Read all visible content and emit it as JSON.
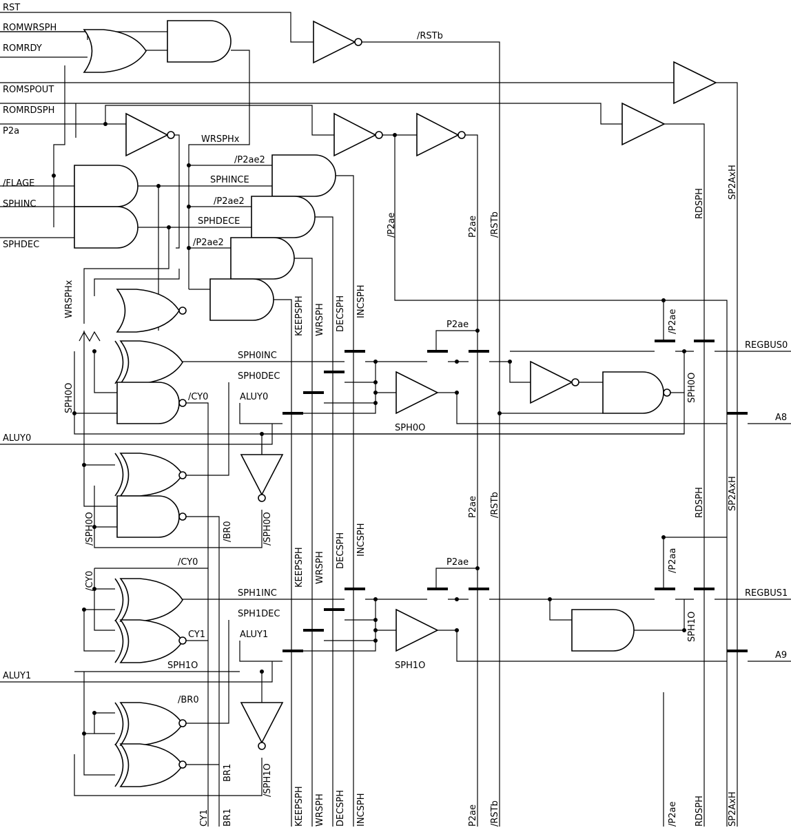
{
  "inputs": {
    "rst": "RST",
    "romwrsph": "ROMWRSPH",
    "romrdy": "ROMRDY",
    "romspout": "ROMSPOUT",
    "romrdsph": "ROMRDSPH",
    "p2a": "P2a",
    "flage": "/FLAGE",
    "sphinc": "SPHINC",
    "sphdec": "SPHDEC",
    "aluy0": "ALUY0",
    "aluy1": "ALUY1"
  },
  "outputs": {
    "regbus0": "REGBUS0",
    "regbus1": "REGBUS1",
    "a8": "A8",
    "a9": "A9"
  },
  "nets": {
    "rstb": "/RSTb",
    "wrsphx": "WRSPHx",
    "p2ae2": "/P2ae2",
    "sphince": "SPHINCE",
    "sphdece": "SPHDECE",
    "p2ae_n": "/P2ae",
    "p2ae": "P2ae",
    "rdsph": "RDSPH",
    "sp2axh": "SP2AxH",
    "keepsph": "KEEPSPH",
    "wrsph": "WRSPH",
    "decsph": "DECSPH",
    "incsph": "INCSPH",
    "sph0inc": "SPH0INC",
    "sph0dec": "SPH0DEC",
    "cy0_n": "/CY0",
    "aluy0": "ALUY0",
    "sph0o": "SPH0O",
    "sph0o_n": "/SPH0O",
    "br0_n": "/BR0",
    "cy0": "/CY0",
    "sph1inc": "SPH1INC",
    "sph1dec": "SPH1DEC",
    "cy1": "CY1",
    "aluy1": "ALUY1",
    "sph1o": "SPH1O",
    "sph1o_n": "/SPH1O",
    "br1": "BR1",
    "p2aa_n": "/P2aa"
  }
}
